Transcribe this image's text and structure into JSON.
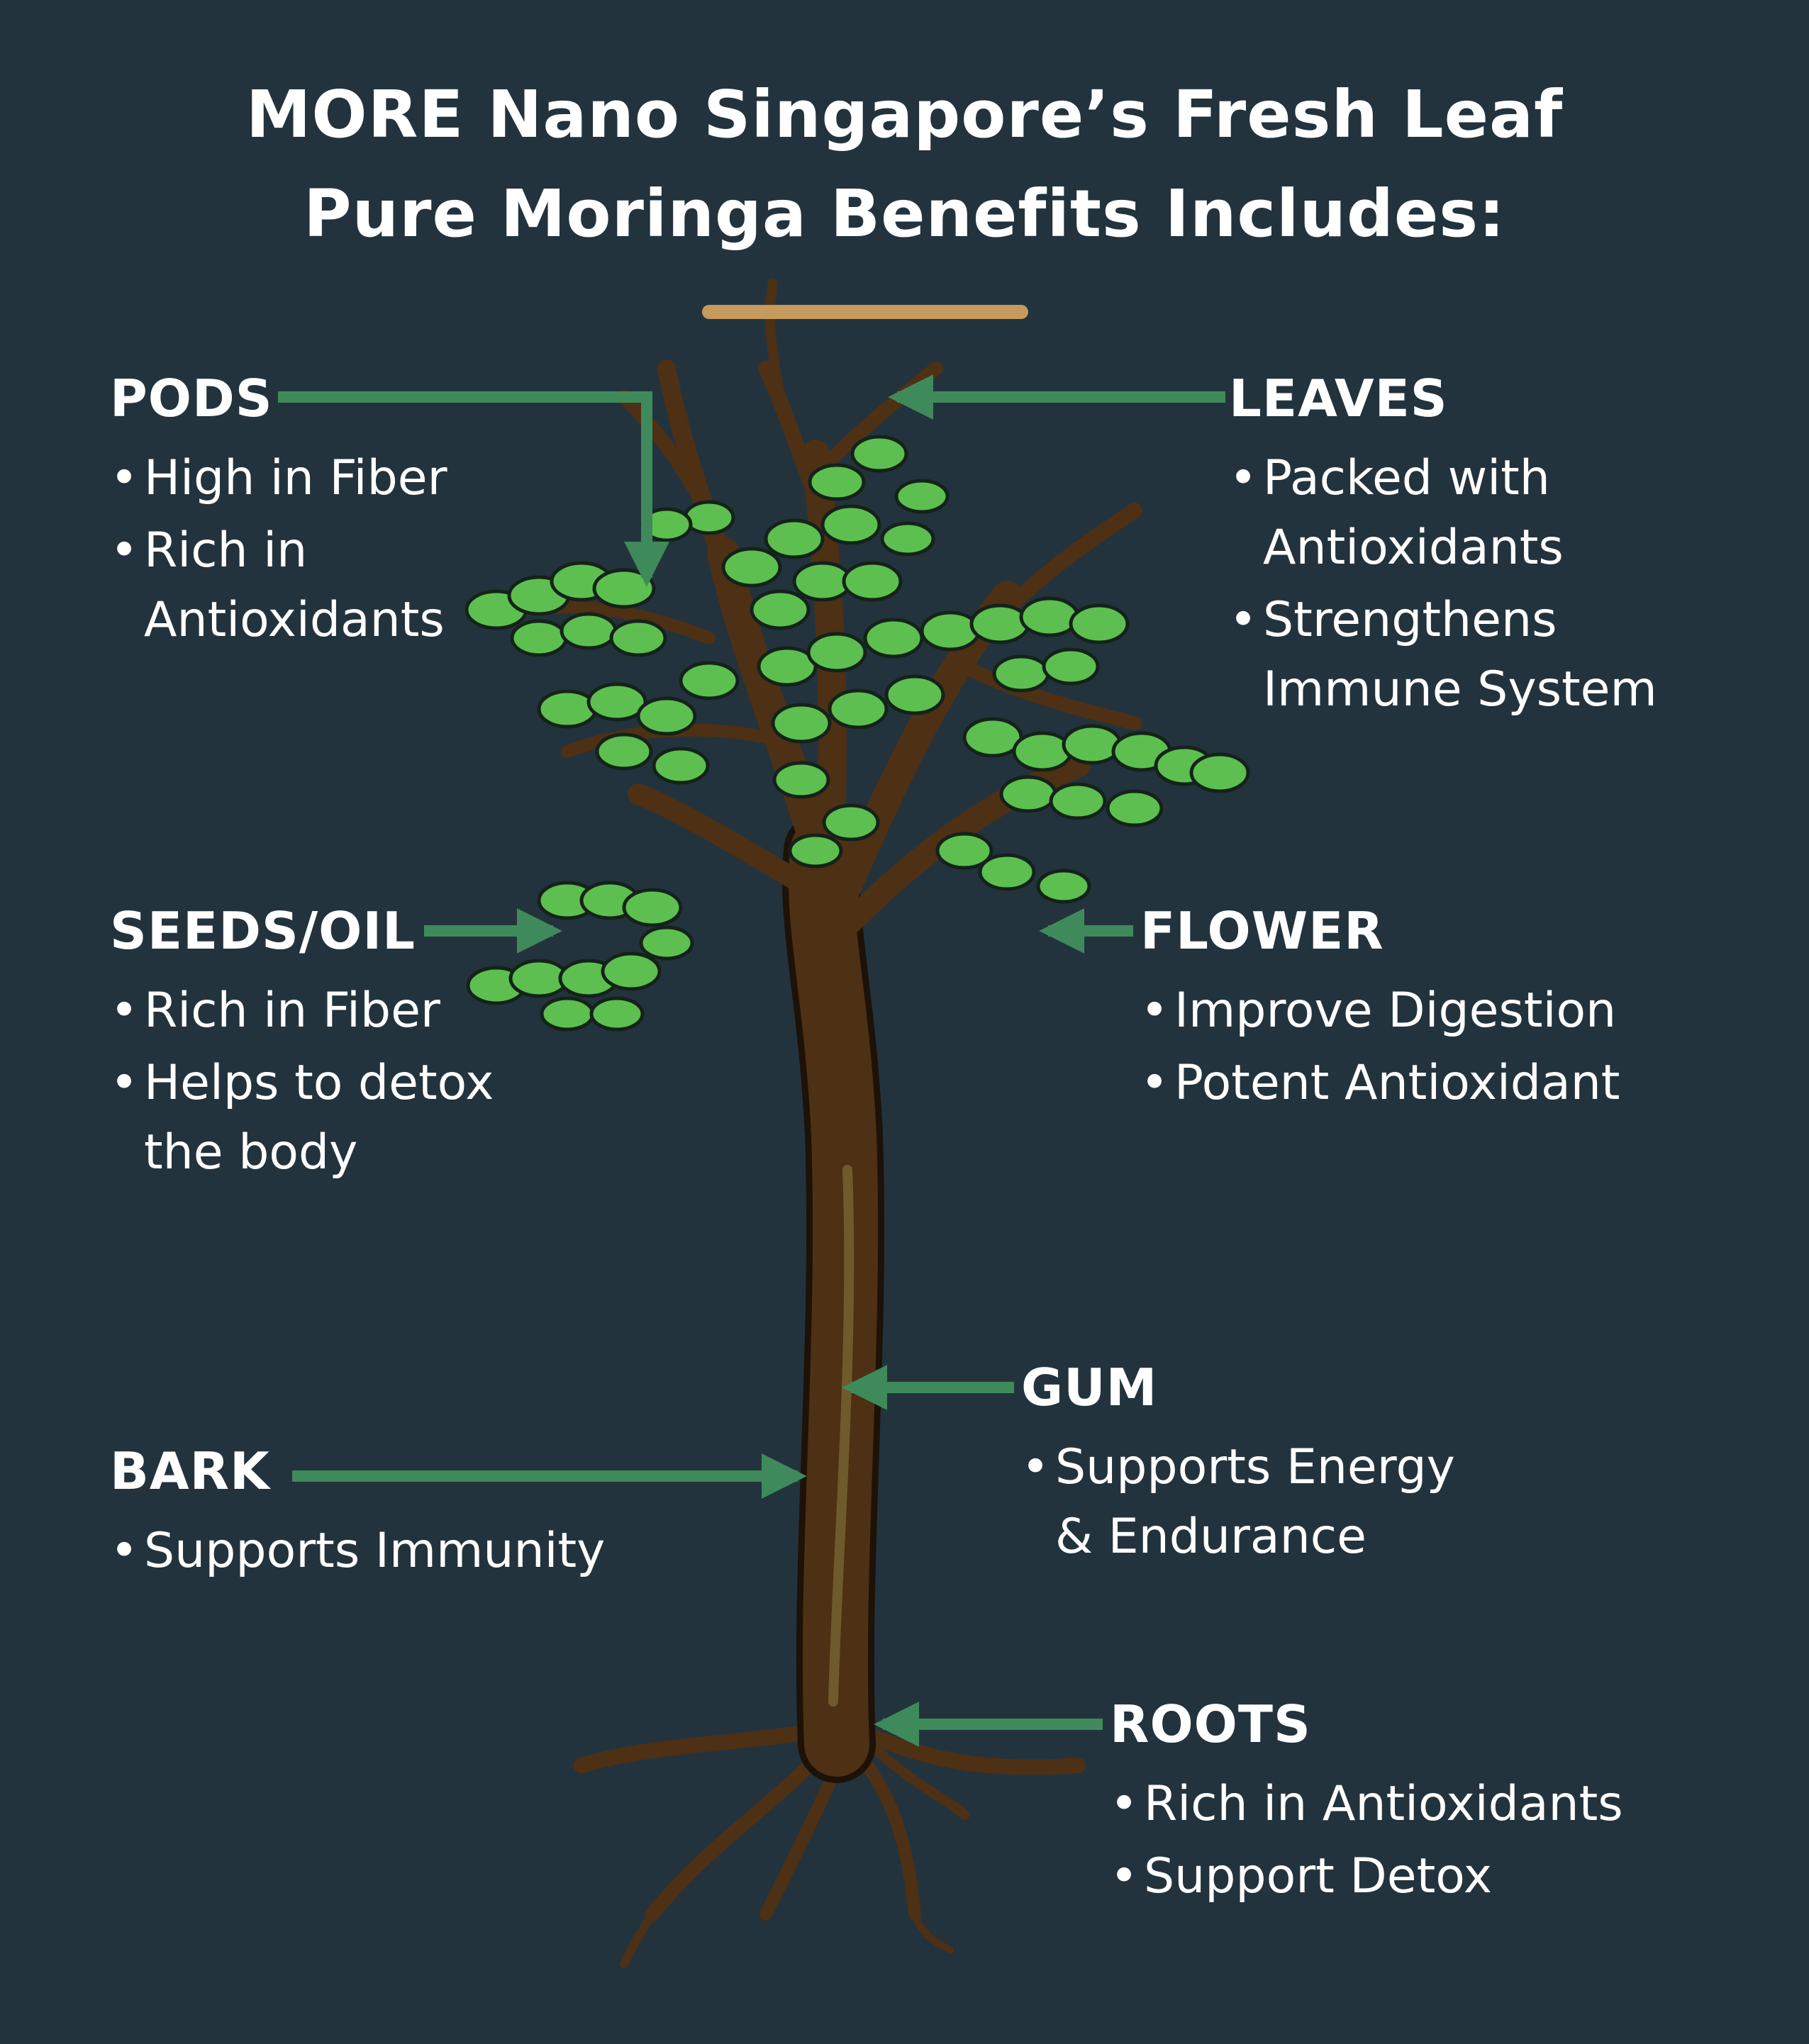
{
  "title": {
    "line1": "MORE Nano Singapore’s Fresh Leaf",
    "line2": "Pure Moringa Benefits Includes:"
  },
  "colors": {
    "background": "#23333d",
    "accent_rule": "#c59a5c",
    "arrow": "#3f8a5a",
    "trunk": "#4e3014",
    "leaf": "#5dbf4f"
  },
  "sections": {
    "pods": {
      "heading": "PODS",
      "items": [
        "High in Fiber",
        "Rich in\nAntioxidants"
      ]
    },
    "leaves": {
      "heading": "LEAVES",
      "items": [
        "Packed with\nAntioxidants",
        "Strengthens\nImmune System"
      ]
    },
    "seeds": {
      "heading": "SEEDS/OIL",
      "items": [
        "Rich in Fiber",
        "Helps to detox\nthe body"
      ]
    },
    "flower": {
      "heading": "FLOWER",
      "items": [
        "Improve Digestion",
        "Potent Antioxidant"
      ]
    },
    "gum": {
      "heading": "GUM",
      "items": [
        "Supports Energy\n& Endurance"
      ]
    },
    "bark": {
      "heading": "BARK",
      "items": [
        "Supports Immunity"
      ]
    },
    "roots": {
      "heading": "ROOTS",
      "items": [
        "Rich in Antioxidants",
        "Support Detox"
      ]
    }
  }
}
